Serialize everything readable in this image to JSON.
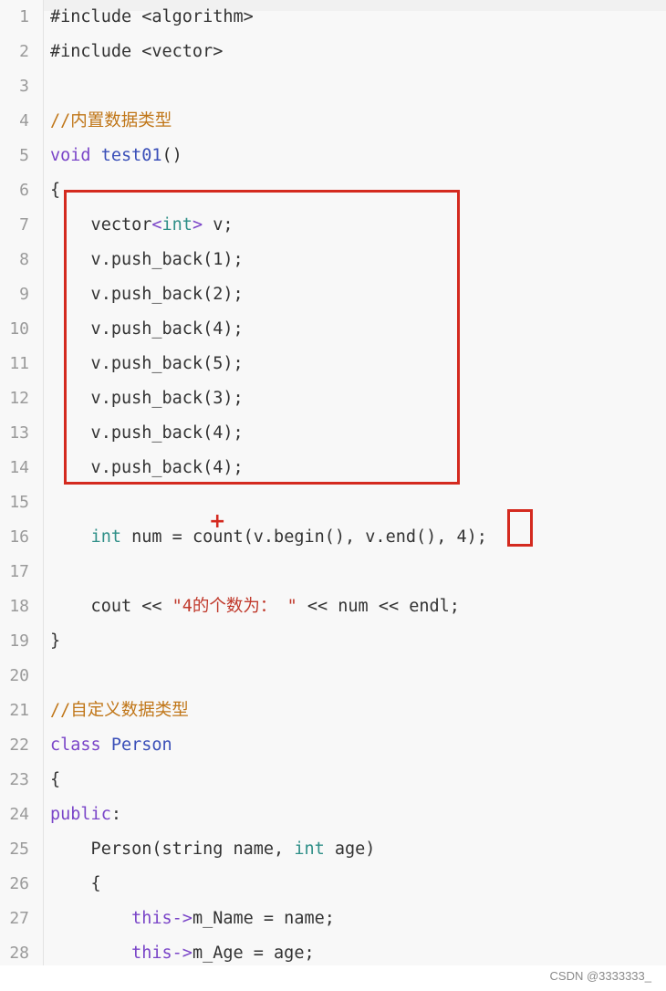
{
  "editor": {
    "lines": [
      {
        "n": "1",
        "tokens": [
          {
            "t": "#include <algorithm>",
            "k": "plain"
          }
        ]
      },
      {
        "n": "2",
        "tokens": [
          {
            "t": "#include <vector>",
            "k": "plain"
          }
        ]
      },
      {
        "n": "3",
        "tokens": []
      },
      {
        "n": "4",
        "tokens": [
          {
            "t": "//内置数据类型",
            "k": "comment"
          }
        ]
      },
      {
        "n": "5",
        "tokens": [
          {
            "t": "void",
            "k": "keyword"
          },
          {
            "t": " ",
            "k": "plain"
          },
          {
            "t": "test01",
            "k": "func"
          },
          {
            "t": "()",
            "k": "plain"
          }
        ]
      },
      {
        "n": "6",
        "tokens": [
          {
            "t": "{",
            "k": "plain"
          }
        ]
      },
      {
        "n": "7",
        "tokens": [
          {
            "t": "    vector",
            "k": "plain"
          },
          {
            "t": "<",
            "k": "keyword"
          },
          {
            "t": "int",
            "k": "type"
          },
          {
            "t": ">",
            "k": "keyword"
          },
          {
            "t": " v;",
            "k": "plain"
          }
        ]
      },
      {
        "n": "8",
        "tokens": [
          {
            "t": "    v.push_back(1);",
            "k": "plain"
          }
        ]
      },
      {
        "n": "9",
        "tokens": [
          {
            "t": "    v.push_back(2);",
            "k": "plain"
          }
        ]
      },
      {
        "n": "10",
        "tokens": [
          {
            "t": "    v.push_back(4);",
            "k": "plain"
          }
        ]
      },
      {
        "n": "11",
        "tokens": [
          {
            "t": "    v.push_back(5);",
            "k": "plain"
          }
        ]
      },
      {
        "n": "12",
        "tokens": [
          {
            "t": "    v.push_back(3);",
            "k": "plain"
          }
        ]
      },
      {
        "n": "13",
        "tokens": [
          {
            "t": "    v.push_back(4);",
            "k": "plain"
          }
        ]
      },
      {
        "n": "14",
        "tokens": [
          {
            "t": "    v.push_back(4);",
            "k": "plain"
          }
        ]
      },
      {
        "n": "15",
        "tokens": []
      },
      {
        "n": "16",
        "tokens": [
          {
            "t": "    ",
            "k": "plain"
          },
          {
            "t": "int",
            "k": "type"
          },
          {
            "t": " num = count(v.begin(), v.end(), 4);",
            "k": "plain"
          }
        ]
      },
      {
        "n": "17",
        "tokens": []
      },
      {
        "n": "18",
        "tokens": [
          {
            "t": "    cout << ",
            "k": "plain"
          },
          {
            "t": "\"4的个数为： \"",
            "k": "string"
          },
          {
            "t": " << num << endl;",
            "k": "plain"
          }
        ]
      },
      {
        "n": "19",
        "tokens": [
          {
            "t": "}",
            "k": "plain"
          }
        ]
      },
      {
        "n": "20",
        "tokens": []
      },
      {
        "n": "21",
        "tokens": [
          {
            "t": "//自定义数据类型",
            "k": "comment"
          }
        ]
      },
      {
        "n": "22",
        "tokens": [
          {
            "t": "class",
            "k": "keyword"
          },
          {
            "t": " ",
            "k": "plain"
          },
          {
            "t": "Person",
            "k": "func"
          }
        ]
      },
      {
        "n": "23",
        "tokens": [
          {
            "t": "{",
            "k": "plain"
          }
        ]
      },
      {
        "n": "24",
        "tokens": [
          {
            "t": "public",
            "k": "keyword"
          },
          {
            "t": ":",
            "k": "plain"
          }
        ]
      },
      {
        "n": "25",
        "tokens": [
          {
            "t": "    Person(string name, ",
            "k": "plain"
          },
          {
            "t": "int",
            "k": "type"
          },
          {
            "t": " age)",
            "k": "plain"
          }
        ]
      },
      {
        "n": "26",
        "tokens": [
          {
            "t": "    {",
            "k": "plain"
          }
        ]
      },
      {
        "n": "27",
        "tokens": [
          {
            "t": "        ",
            "k": "plain"
          },
          {
            "t": "this->",
            "k": "keyword"
          },
          {
            "t": "m_Name = name;",
            "k": "plain"
          }
        ]
      },
      {
        "n": "28",
        "tokens": [
          {
            "t": "        ",
            "k": "plain"
          },
          {
            "t": "this->",
            "k": "keyword"
          },
          {
            "t": "m_Age = age;",
            "k": "plain"
          }
        ]
      }
    ]
  },
  "annotations": {
    "cursor_glyph": "+"
  },
  "watermark": "CSDN @3333333_",
  "colors": {
    "highlight": "#d42a1f",
    "keyword": "#7a45c8",
    "function": "#3a4fb8",
    "type": "#2f8f88",
    "comment": "#c07618",
    "string": "#c0392b"
  }
}
